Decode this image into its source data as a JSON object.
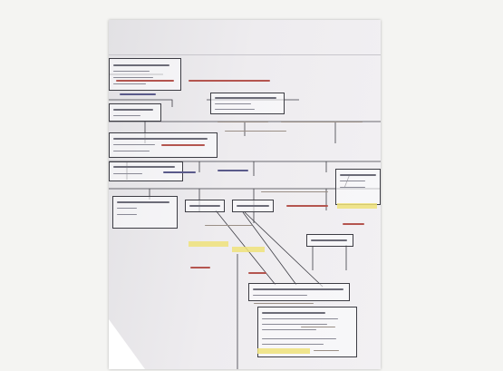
{
  "document": {
    "title": "",
    "ink_color": "#3d3d44",
    "annotation_colors": {
      "red_ink": "#b4554f",
      "blue_ink": "#4a4a7a",
      "highlighter": "#efe27a"
    },
    "boxes": [
      {
        "id": "left-top-1",
        "text": ""
      },
      {
        "id": "left-top-2",
        "text": ""
      },
      {
        "id": "mid-left-1",
        "text": ""
      },
      {
        "id": "mid-left-2",
        "text": ""
      },
      {
        "id": "center-1",
        "text": ""
      },
      {
        "id": "center-2",
        "text": ""
      },
      {
        "id": "center-3",
        "text": ""
      },
      {
        "id": "center-4",
        "text": ""
      },
      {
        "id": "right-1",
        "text": ""
      },
      {
        "id": "right-2",
        "text": ""
      },
      {
        "id": "bottom-1",
        "text": ""
      },
      {
        "id": "bottom-2",
        "text": ""
      }
    ]
  }
}
